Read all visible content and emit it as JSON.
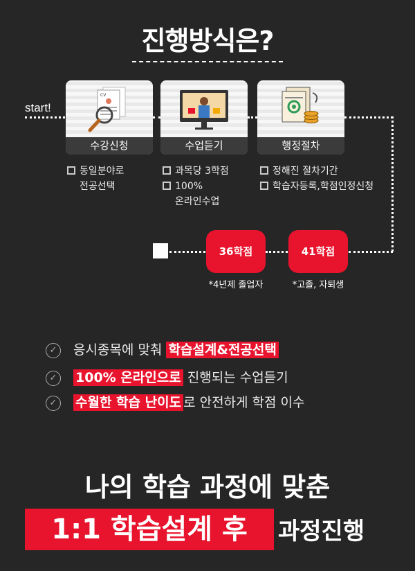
{
  "title": "진행방식은?",
  "start_label": "start!",
  "steps": [
    {
      "label": "수강신청",
      "icon": "resume-magnifier-icon",
      "bullets": [
        "동일분야로",
        "전공선택"
      ]
    },
    {
      "label": "수업듣기",
      "icon": "online-lecture-monitor-icon",
      "bullets": [
        "과목당 3학점",
        "100%",
        "온라인수업"
      ]
    },
    {
      "label": "행정절차",
      "icon": "documents-coins-icon",
      "bullets": [
        "정해진 절차기간",
        "학습자등록,학점인정신청"
      ]
    }
  ],
  "credits": [
    {
      "value": "36학점",
      "note": "*4년제 졸업자"
    },
    {
      "value": "41학점",
      "note": "*고졸, 자퇴생"
    }
  ],
  "checks": [
    {
      "before": "응시종목에 맞춰 ",
      "highlight": "학습설계&전공선택",
      "after": ""
    },
    {
      "before": "",
      "highlight": "100% 온라인으로",
      "after": " 진행되는 수업듣기"
    },
    {
      "before": "",
      "highlight": "수월한 학습 난이도",
      "after": "로 안전하게 학점 이수"
    }
  ],
  "closing": {
    "line1": "나의 학습 과정에 맞춘",
    "line2_highlight": "1:1 학습설계 후",
    "line2_rest": "과정진행"
  },
  "colors": {
    "background": "#262626",
    "accent": "#e8132c"
  }
}
